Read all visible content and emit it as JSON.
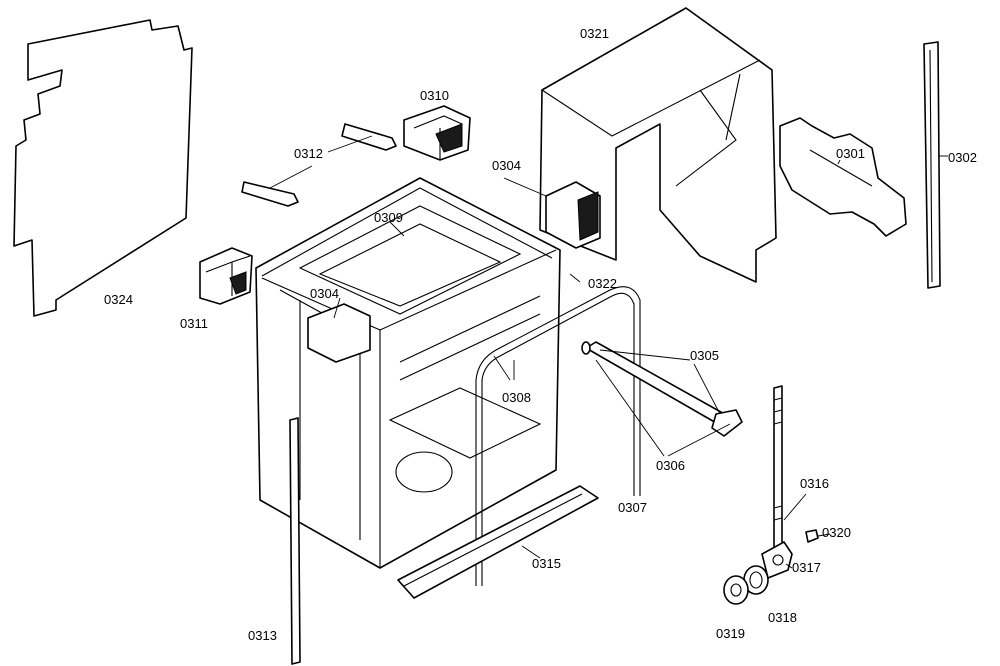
{
  "labels": {
    "p0301": "0301",
    "p0302": "0302",
    "p0304a": "0304",
    "p0304b": "0304",
    "p0305": "0305",
    "p0306": "0306",
    "p0307": "0307",
    "p0308": "0308",
    "p0309": "0309",
    "p0310": "0310",
    "p0311": "0311",
    "p0312": "0312",
    "p0313": "0313",
    "p0315": "0315",
    "p0316": "0316",
    "p0317": "0317",
    "p0318": "0318",
    "p0319": "0319",
    "p0320": "0320",
    "p0321": "0321",
    "p0322": "0322",
    "p0324": "0324"
  }
}
